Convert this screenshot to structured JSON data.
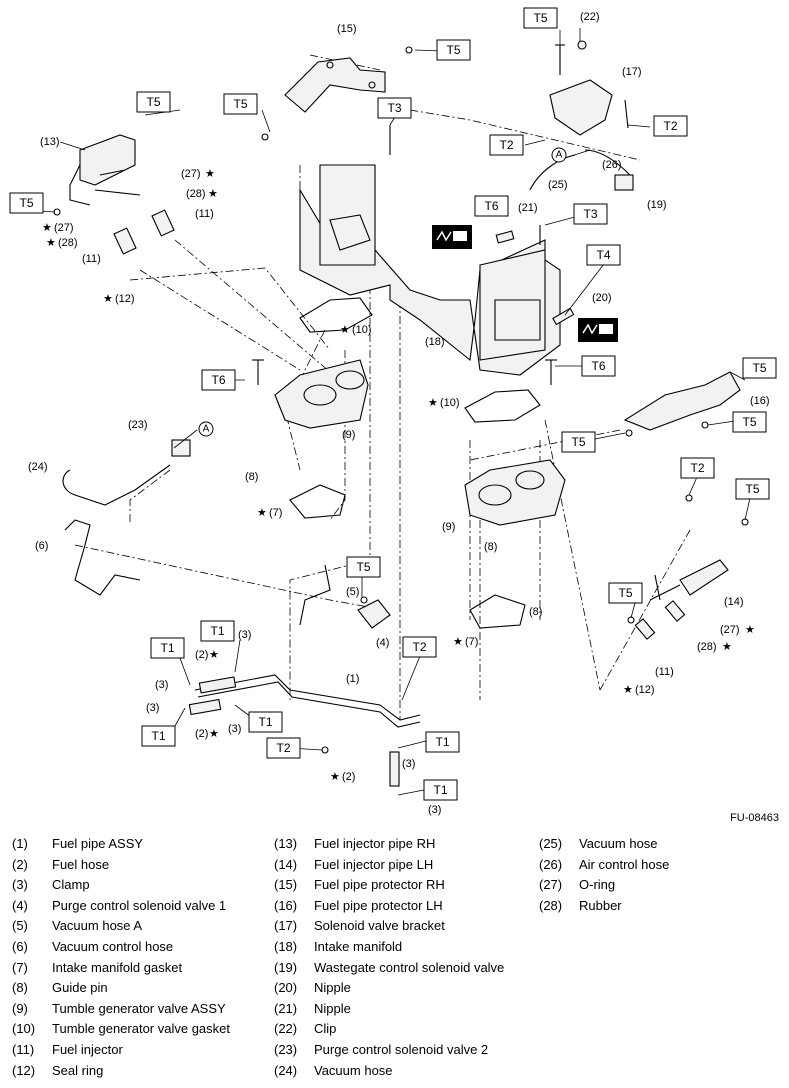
{
  "figure_code": "FU-08463",
  "torque_labels": {
    "t1": "T1",
    "t2": "T2",
    "t3": "T3",
    "t4": "T4",
    "t5": "T5",
    "t6": "T6"
  },
  "connector_label": "A",
  "star_symbol": "★",
  "callouts": {
    "c1": "(1)",
    "c2": "(2)",
    "c3": "(3)",
    "c4": "(4)",
    "c5": "(5)",
    "c6": "(6)",
    "c7": "(7)",
    "c8": "(8)",
    "c9": "(9)",
    "c10": "(10)",
    "c11": "(11)",
    "c12": "(12)",
    "c13": "(13)",
    "c14": "(14)",
    "c15": "(15)",
    "c16": "(16)",
    "c17": "(17)",
    "c18": "(18)",
    "c19": "(19)",
    "c20": "(20)",
    "c21": "(21)",
    "c22": "(22)",
    "c23": "(23)",
    "c24": "(24)",
    "c25": "(25)",
    "c26": "(26)",
    "c27": "(27)",
    "c28": "(28)"
  },
  "legend": [
    [
      {
        "num": "(1)",
        "name": "Fuel pipe ASSY"
      },
      {
        "num": "(2)",
        "name": "Fuel hose"
      },
      {
        "num": "(3)",
        "name": "Clamp"
      },
      {
        "num": "(4)",
        "name": "Purge control solenoid valve 1"
      },
      {
        "num": "(5)",
        "name": "Vacuum hose A"
      },
      {
        "num": "(6)",
        "name": "Vacuum control hose"
      },
      {
        "num": "(7)",
        "name": "Intake manifold gasket"
      },
      {
        "num": "(8)",
        "name": "Guide pin"
      },
      {
        "num": "(9)",
        "name": "Tumble generator valve ASSY"
      },
      {
        "num": "(10)",
        "name": "Tumble generator valve gasket"
      },
      {
        "num": "(11)",
        "name": "Fuel injector"
      },
      {
        "num": "(12)",
        "name": "Seal ring"
      }
    ],
    [
      {
        "num": "(13)",
        "name": "Fuel injector pipe RH"
      },
      {
        "num": "(14)",
        "name": "Fuel injector pipe LH"
      },
      {
        "num": "(15)",
        "name": "Fuel pipe protector RH"
      },
      {
        "num": "(16)",
        "name": "Fuel pipe protector LH"
      },
      {
        "num": "(17)",
        "name": "Solenoid valve bracket"
      },
      {
        "num": "(18)",
        "name": "Intake manifold"
      },
      {
        "num": "(19)",
        "name": "Wastegate control solenoid valve"
      },
      {
        "num": "(20)",
        "name": "Nipple"
      },
      {
        "num": "(21)",
        "name": "Nipple"
      },
      {
        "num": "(22)",
        "name": "Clip"
      },
      {
        "num": "(23)",
        "name": "Purge control solenoid valve 2"
      },
      {
        "num": "(24)",
        "name": "Vacuum hose"
      }
    ],
    [
      {
        "num": "(25)",
        "name": "Vacuum hose"
      },
      {
        "num": "(26)",
        "name": "Air control hose"
      },
      {
        "num": "(27)",
        "name": "O-ring"
      },
      {
        "num": "(28)",
        "name": "Rubber"
      }
    ]
  ]
}
